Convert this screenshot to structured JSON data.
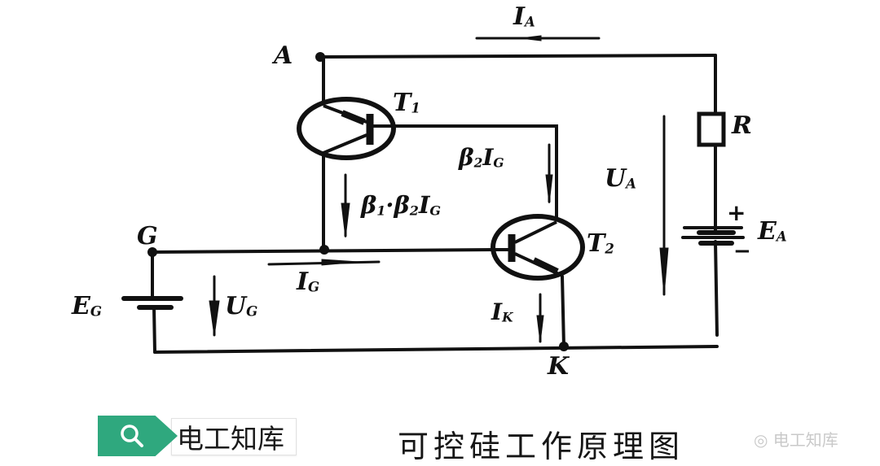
{
  "diagram": {
    "title": "可控硅工作原理图",
    "type": "circuit-schematic",
    "nodes": {
      "anode": "A",
      "gate": "G",
      "cathode": "K"
    },
    "components": {
      "transistor_1": {
        "name": "T",
        "sub": "1"
      },
      "transistor_2": {
        "name": "T",
        "sub": "2"
      },
      "resistor": {
        "name": "R"
      },
      "anode_source": {
        "name": "E",
        "sub": "A",
        "plus": "+",
        "minus": "−"
      },
      "gate_source": {
        "name": "E",
        "sub": "G"
      }
    },
    "currents": {
      "anode_current": {
        "name": "I",
        "sub": "A"
      },
      "gate_current": {
        "name": "I",
        "sub": "G"
      },
      "cathode_current": {
        "name": "I",
        "sub": "K"
      },
      "t2_collector": {
        "prefix": "β",
        "prefix_sub": "2",
        "name": "I",
        "sub": "G"
      },
      "t1_collector": {
        "p1": "β",
        "p1_sub": "1",
        "p2": "·β",
        "p2_sub": "2",
        "name": "I",
        "sub": "G"
      }
    },
    "voltages": {
      "anode_voltage": {
        "name": "U",
        "sub": "A"
      },
      "gate_voltage": {
        "name": "U",
        "sub": "G"
      }
    }
  },
  "footer": {
    "search_badge": {
      "icon": "search-icon",
      "label": "电工知库",
      "color": "#2fa87e"
    },
    "caption": "可控硅工作原理图",
    "watermark": "◎ 电工知库"
  }
}
